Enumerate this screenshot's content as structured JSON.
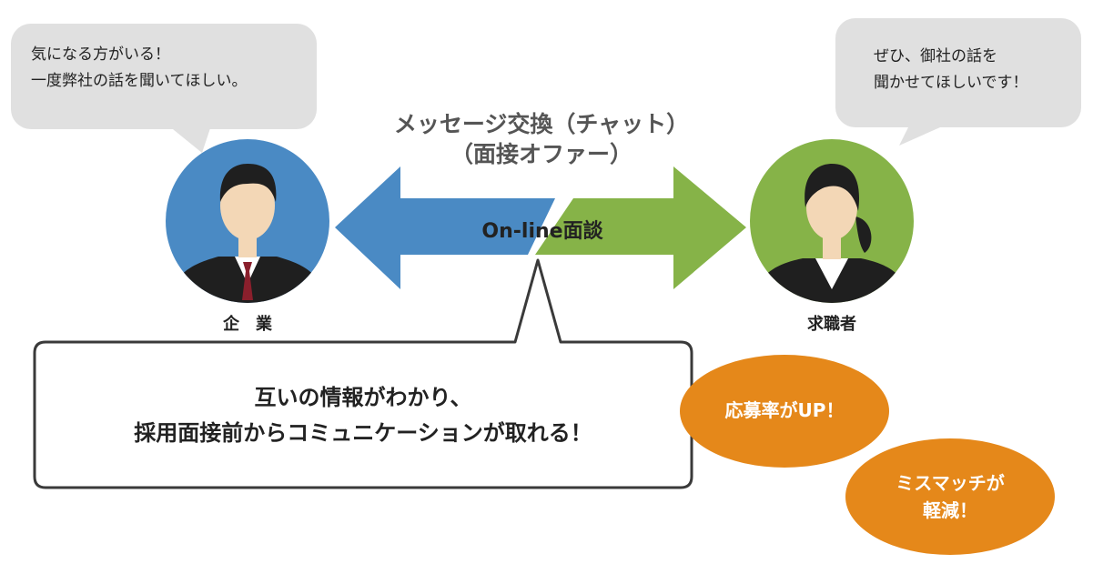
{
  "company_bubble": {
    "line1": "気になる方がいる！",
    "line2": "一度弊社の話を聞いてほしい。"
  },
  "seeker_bubble": {
    "line1": "ぜひ、御社の話を",
    "line2": "聞かせてほしいです！"
  },
  "exchange": {
    "line1": "メッセージ交換（チャット）",
    "line2": "（面接オファー）",
    "arrow_label": "On-line面談"
  },
  "company": {
    "label": "企　業"
  },
  "seeker": {
    "label": "求職者"
  },
  "benefit_box": {
    "line1": "互いの情報がわかり、",
    "line2": "採用面接前からコミュニケーションが取れる！"
  },
  "badges": {
    "badge1": "応募率がUP！",
    "badge2_line1": "ミスマッチが",
    "badge2_line2": "軽減！"
  },
  "colors": {
    "speech_bubble": "#e0e0e0",
    "company_circle": "#4a8ac4",
    "seeker_circle": "#86b348",
    "arrow_left": "#4a8ac4",
    "arrow_right": "#86b348",
    "badge": "#e5881a",
    "box_border": "#3a3a3a",
    "suit": "#1f1f1f",
    "skin": "#f3d7b6",
    "tie": "#8a1f2c"
  }
}
